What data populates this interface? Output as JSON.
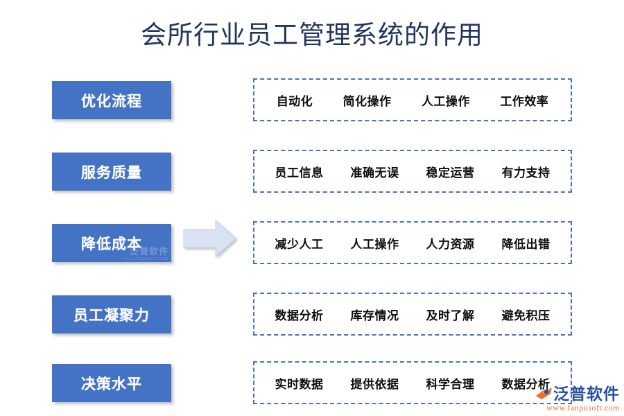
{
  "page": {
    "title": "会所行业员工管理系统的作用",
    "title_color": "#21365F",
    "accent_color": "#4472C4",
    "background": "#FFFFFF"
  },
  "arrow": {
    "name": "right-arrow",
    "fill": "#D9E2F3",
    "direction": "right"
  },
  "rows": [
    {
      "category": "优化流程",
      "items": [
        "自动化",
        "简化操作",
        "人工操作",
        "工作效率"
      ]
    },
    {
      "category": "服务质量",
      "items": [
        "员工信息",
        "准确无误",
        "稳定运营",
        "有力支持"
      ]
    },
    {
      "category": "降低成本",
      "items": [
        "减少人工",
        "人工操作",
        "人力资源",
        "降低出错"
      ]
    },
    {
      "category": "员工凝聚力",
      "items": [
        "数据分析",
        "库存情况",
        "及时了解",
        "避免积压"
      ]
    },
    {
      "category": "决策水平",
      "items": [
        "实时数据",
        "提供依据",
        "科学合理",
        "数据分析"
      ]
    }
  ],
  "watermark": {
    "brand": "泛普软件",
    "url": "www.fanpusoft.com",
    "brand_color": "#27509B",
    "url_color": "#E8722A"
  }
}
